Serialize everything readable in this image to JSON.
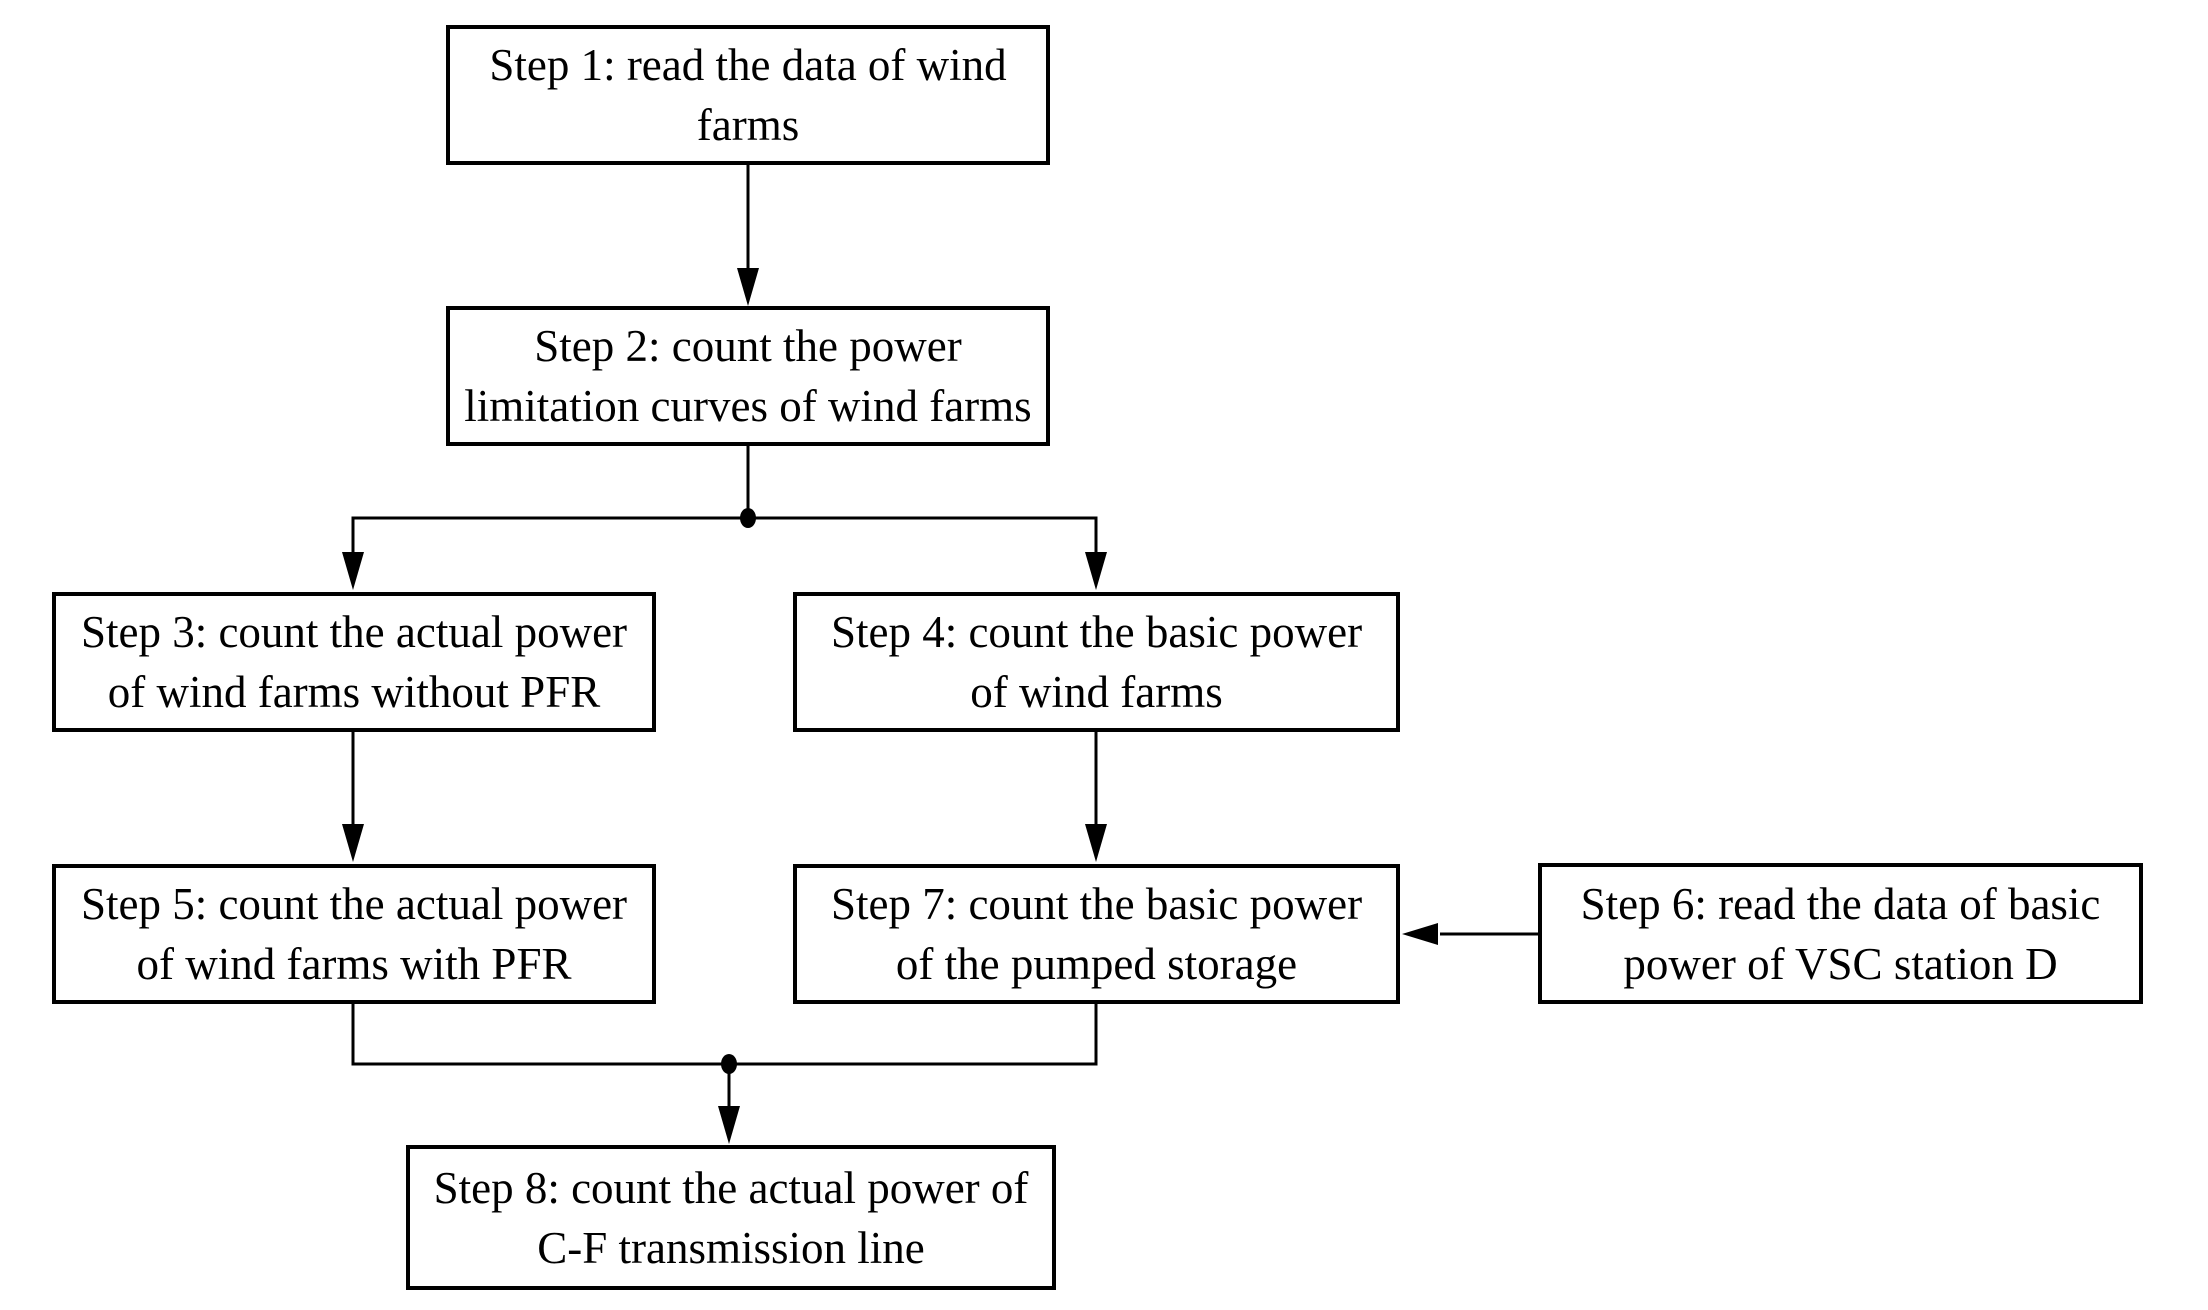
{
  "figure": {
    "type": "flowchart",
    "background_color": "#ffffff",
    "box_fill_color": "#ffffff",
    "box_border_color": "#000000",
    "line_color": "#000000",
    "text_color": "#000000"
  },
  "boxes": {
    "step1": {
      "label": "Step 1: read the data of wind farms",
      "lines": [
        "Step 1: read the data of wind",
        "farms"
      ]
    },
    "step2": {
      "label": "Step 2: count the power limitation curves of wind farms",
      "lines": [
        "Step 2: count the power",
        "limitation curves of wind farms"
      ]
    },
    "step3": {
      "label": "Step 3: count the actual power of wind farms without PFR",
      "lines": [
        "Step 3: count the actual power",
        "of wind farms without PFR"
      ]
    },
    "step4": {
      "label": "Step 4: count the basic power of wind farms",
      "lines": [
        "Step 4: count the basic power",
        "of wind farms"
      ]
    },
    "step5": {
      "label": "Step 5: count the actual power of wind farms with PFR",
      "lines": [
        "Step 5: count the actual power",
        "of wind farms with PFR"
      ]
    },
    "step6": {
      "label": "Step 6: read the data of basic power of VSC station D",
      "lines": [
        "Step 6: read the data of basic",
        "power of VSC station D"
      ]
    },
    "step7": {
      "label": "Step 7: count the basic power of the pumped storage",
      "lines": [
        "Step 7: count the basic power",
        "of the pumped storage"
      ]
    },
    "step8": {
      "label": "Step 8: count the actual power of C-F transmission line",
      "lines": [
        "Step 8: count the actual power of",
        "C-F transmission line"
      ]
    }
  },
  "connections": [
    {
      "from": "step1",
      "to": "step2"
    },
    {
      "from": "step2",
      "to": "step3"
    },
    {
      "from": "step2",
      "to": "step4"
    },
    {
      "from": "step3",
      "to": "step5"
    },
    {
      "from": "step4",
      "to": "step7"
    },
    {
      "from": "step6",
      "to": "step7"
    },
    {
      "from": "step5",
      "to": "step8"
    },
    {
      "from": "step7",
      "to": "step8"
    }
  ]
}
